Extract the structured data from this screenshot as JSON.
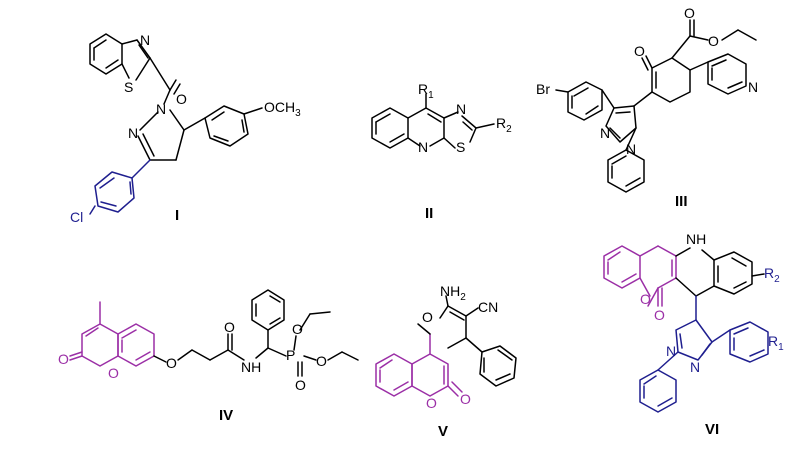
{
  "colors": {
    "black": "#000000",
    "navy": "#1f1f8f",
    "purple": "#9b2fa6"
  },
  "atoms": {
    "N": "N",
    "S": "S",
    "O": "O",
    "H": "H",
    "NH": "NH",
    "P": "P",
    "Br": "Br",
    "Cl": "Cl",
    "CN": "CN",
    "R": "R",
    "OCH": "OCH",
    "NH2": "NH",
    "sub1": "1",
    "sub2": "2",
    "sub3": "3"
  },
  "labels": {
    "I": "I",
    "II": "II",
    "III": "III",
    "IV": "IV",
    "V": "V",
    "VI": "VI"
  }
}
